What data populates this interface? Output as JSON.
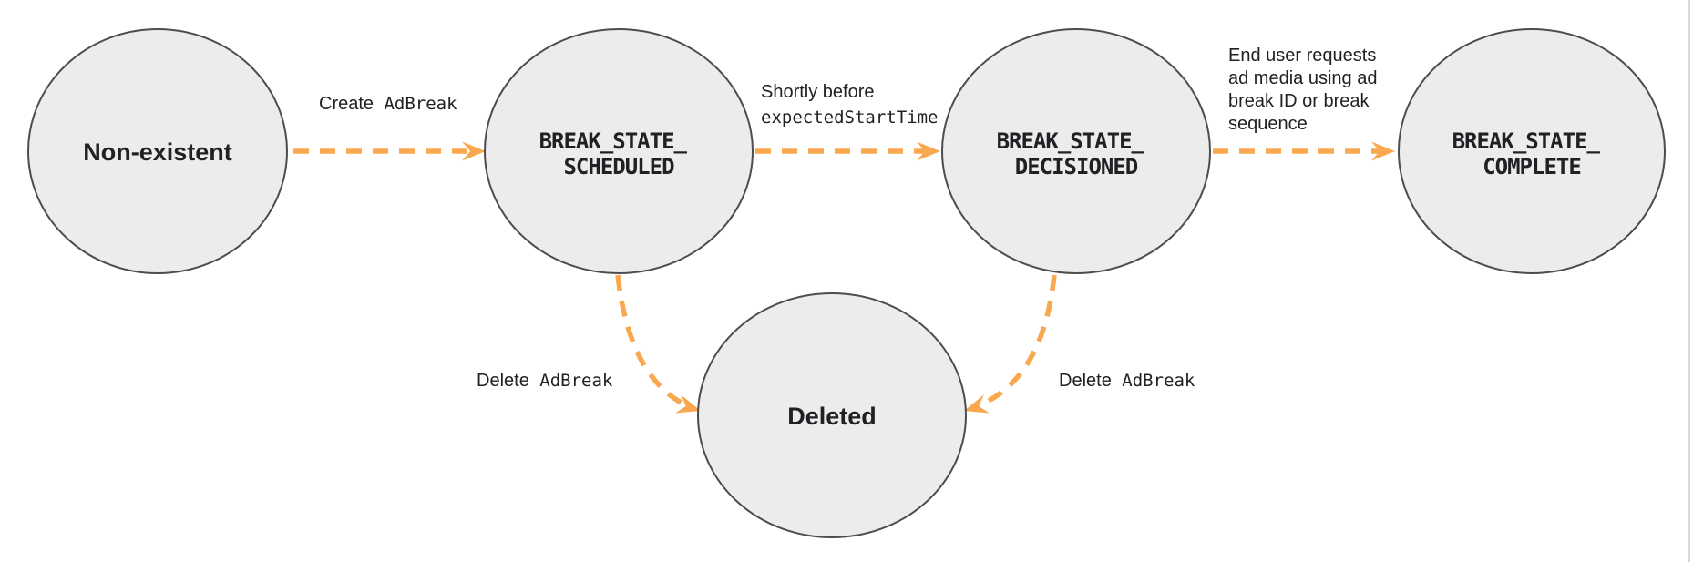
{
  "colors": {
    "node_fill": "#ECECEC",
    "node_border": "#4D4D4D",
    "arrow_color": "#F9A84F",
    "text_color": "#202124",
    "page_edge": "#D8DADC"
  },
  "nodes": [
    {
      "name": "non-existent",
      "lines": [
        "Non-existent"
      ]
    },
    {
      "name": "break-state-scheduled",
      "lines": [
        "BREAK_STATE_",
        "SCHEDULED"
      ]
    },
    {
      "name": "break-state-decisioned",
      "lines": [
        "BREAK_STATE_",
        "DECISIONED"
      ]
    },
    {
      "name": "break-state-complete",
      "lines": [
        "BREAK_STATE_",
        "COMPLETE"
      ]
    },
    {
      "name": "deleted",
      "lines": [
        "Deleted"
      ]
    }
  ],
  "transitions": [
    {
      "name": "create-ad-break",
      "from": "non-existent",
      "to": "break-state-scheduled",
      "label_sans": "Create",
      "label_code": "AdBreak"
    },
    {
      "name": "shortly-before-expected-start-time",
      "from": "break-state-scheduled",
      "to": "break-state-decisioned",
      "label_line1_sans": "Shortly before",
      "label_line2_code": "expectedStartTime"
    },
    {
      "name": "end-user-requests-ad-media",
      "from": "break-state-decisioned",
      "to": "break-state-complete",
      "label_lines": [
        "End user requests",
        "ad media using ad",
        "break ID or break",
        "sequence"
      ]
    },
    {
      "name": "delete-ad-break-from-scheduled",
      "from": "break-state-scheduled",
      "to": "deleted",
      "label_sans": "Delete",
      "label_code": "AdBreak"
    },
    {
      "name": "delete-ad-break-from-decisioned",
      "from": "break-state-decisioned",
      "to": "deleted",
      "label_sans": "Delete",
      "label_code": "AdBreak"
    }
  ]
}
